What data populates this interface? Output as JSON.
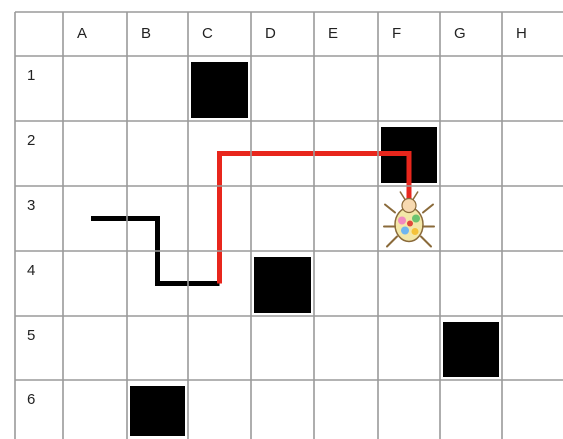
{
  "grid": {
    "columns": [
      "A",
      "B",
      "C",
      "D",
      "E",
      "F",
      "G",
      "H"
    ],
    "rows": [
      "1",
      "2",
      "3",
      "4",
      "5",
      "6"
    ],
    "line_color": "#9a9a9a",
    "background": "#ffffff"
  },
  "blocked_cells": [
    {
      "col": "C",
      "row": "1"
    },
    {
      "col": "F",
      "row": "2"
    },
    {
      "col": "D",
      "row": "4"
    },
    {
      "col": "G",
      "row": "5"
    },
    {
      "col": "B",
      "row": "6"
    }
  ],
  "block_color": "#000000",
  "paths": [
    {
      "name": "black-path",
      "color": "#000000",
      "points": [
        [
          "A",
          "3"
        ],
        [
          "B",
          "3"
        ],
        [
          "B",
          "4"
        ],
        [
          "C",
          "4"
        ]
      ]
    },
    {
      "name": "red-path",
      "color": "#e8261c",
      "points": [
        [
          "C",
          "4"
        ],
        [
          "C",
          "2"
        ],
        [
          "F",
          "2"
        ],
        [
          "F",
          "3"
        ]
      ]
    }
  ],
  "bug": {
    "icon": "ladybug-icon",
    "col": "F",
    "row": "3"
  }
}
